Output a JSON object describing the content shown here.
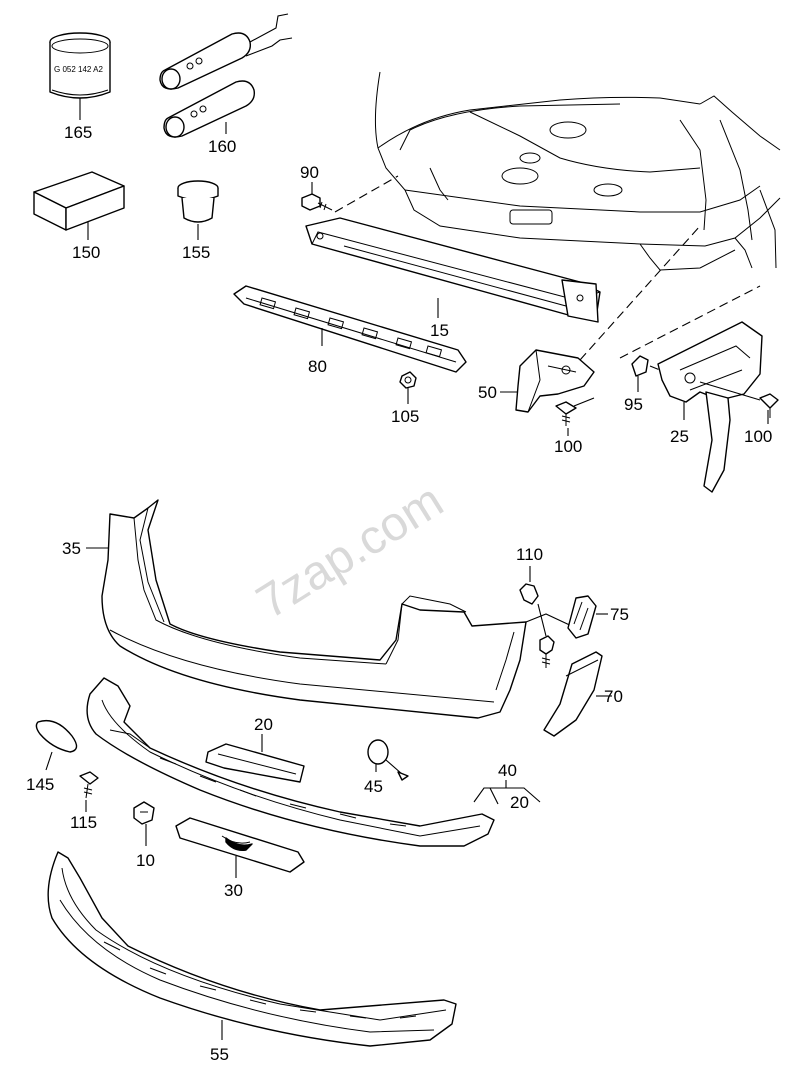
{
  "watermark": "7zap.com",
  "jar_marking": "G 052 142 A2",
  "callouts": [
    {
      "id": "165",
      "label": "165"
    },
    {
      "id": "160",
      "label": "160"
    },
    {
      "id": "150",
      "label": "150"
    },
    {
      "id": "155",
      "label": "155"
    },
    {
      "id": "90",
      "label": "90"
    },
    {
      "id": "15",
      "label": "15"
    },
    {
      "id": "80",
      "label": "80"
    },
    {
      "id": "105",
      "label": "105"
    },
    {
      "id": "50",
      "label": "50"
    },
    {
      "id": "100a",
      "label": "100"
    },
    {
      "id": "95",
      "label": "95"
    },
    {
      "id": "25",
      "label": "25"
    },
    {
      "id": "100b",
      "label": "100"
    },
    {
      "id": "35",
      "label": "35"
    },
    {
      "id": "110",
      "label": "110"
    },
    {
      "id": "75",
      "label": "75"
    },
    {
      "id": "70",
      "label": "70"
    },
    {
      "id": "20a",
      "label": "20"
    },
    {
      "id": "145",
      "label": "145"
    },
    {
      "id": "45",
      "label": "45"
    },
    {
      "id": "40",
      "label": "40"
    },
    {
      "id": "20b",
      "label": "20"
    },
    {
      "id": "115",
      "label": "115"
    },
    {
      "id": "10",
      "label": "10"
    },
    {
      "id": "30",
      "label": "30"
    },
    {
      "id": "55",
      "label": "55"
    }
  ]
}
